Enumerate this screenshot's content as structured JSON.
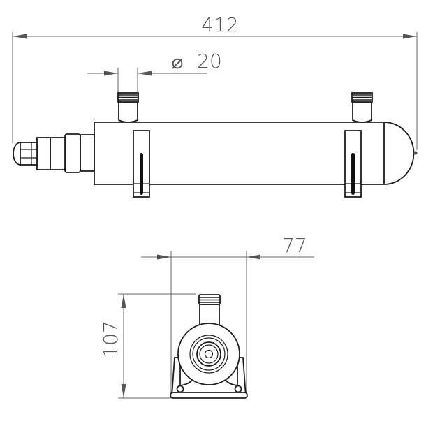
{
  "drawing": {
    "views": {
      "side": {
        "dimensions": {
          "overall_length": "412",
          "port_diameter_symbol": "⌀",
          "port_diameter": "20"
        }
      },
      "end": {
        "dimensions": {
          "width": "77",
          "height": "107"
        }
      }
    },
    "colors": {
      "object_line": "#1e1e1e",
      "dimension_line": "#666666",
      "text": "#555555",
      "background": "#ffffff"
    }
  }
}
